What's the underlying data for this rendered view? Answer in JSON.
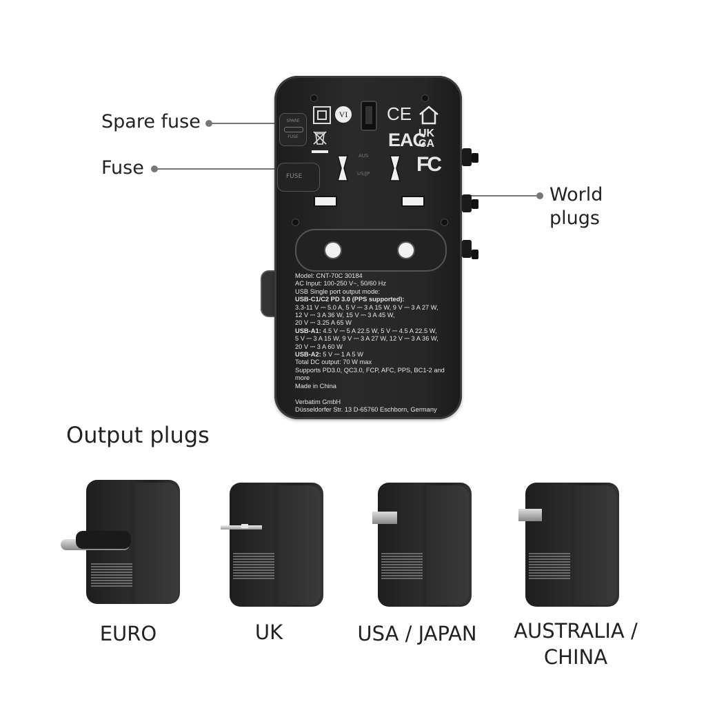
{
  "callouts": {
    "spare_fuse": "Spare fuse",
    "fuse": "Fuse",
    "world_plugs_line1": "World",
    "world_plugs_line2": "plugs"
  },
  "device": {
    "marks": {
      "ce": "CE",
      "eac": "EAC",
      "ukca_top": "UK",
      "ukca_bottom": "CA",
      "fc": "FC",
      "vi": "VI",
      "fuse_label": "FUSE",
      "spare_label_top": "SPARE",
      "spare_label_bottom": "FUSE",
      "aus_label": "AUS",
      "usajp_label": "US/JP"
    },
    "spec_lines": [
      {
        "text": "Model: CNT-70C 30184",
        "bold": false
      },
      {
        "text": "AC Input: 100-250 V~, 50/60 Hz",
        "bold": false
      },
      {
        "text": "USB Single port output mode:",
        "bold": false
      },
      {
        "text": "USB-C1/C2 PD 3.0 (PPS supported):",
        "bold": true
      },
      {
        "text": "3.3-11 V ⎓ 5.0 A, 5 V ⎓ 3 A 15 W, 9 V ⎓ 3 A 27 W,",
        "bold": false
      },
      {
        "text": "12 V ⎓ 3 A 36 W, 15 V ⎓ 3 A 45 W,",
        "bold": false
      },
      {
        "text": "20 V ⎓ 3.25 A 65 W",
        "bold": false
      },
      {
        "text": "USB-A1: 4.5 V ⎓ 5 A 22.5 W, 5 V ⎓ 4.5 A 22.5 W,",
        "bold": false,
        "bold_prefix": "USB-A1:"
      },
      {
        "text": "5 V ⎓ 3 A 15 W, 9 V ⎓ 3 A 27 W, 12 V ⎓ 3 A 36 W,",
        "bold": false
      },
      {
        "text": "20 V ⎓ 3 A 60 W",
        "bold": false
      },
      {
        "text": "USB-A2: 5 V ⎓ 1 A 5 W",
        "bold": false,
        "bold_prefix": "USB-A2:"
      },
      {
        "text": "Total DC output: 70 W max",
        "bold": false
      },
      {
        "text": "Supports PD3.0, QC3.0, FCP, AFC, PPS, BC1-2 and",
        "bold": false
      },
      {
        "text": "more",
        "bold": false
      },
      {
        "text": "Made in China",
        "bold": false
      },
      {
        "text": "",
        "bold": false
      },
      {
        "text": "Verbatim GmbH",
        "bold": false
      },
      {
        "text": "Düsseldorfer Str. 13 D-65760 Eschborn, Germany",
        "bold": false
      }
    ]
  },
  "output_section": {
    "title": "Output plugs",
    "plugs": [
      {
        "label": "EURO",
        "label_line2": ""
      },
      {
        "label": "UK",
        "label_line2": ""
      },
      {
        "label": "USA / JAPAN",
        "label_line2": ""
      },
      {
        "label": "AUSTRALIA /",
        "label_line2": "CHINA"
      }
    ]
  }
}
